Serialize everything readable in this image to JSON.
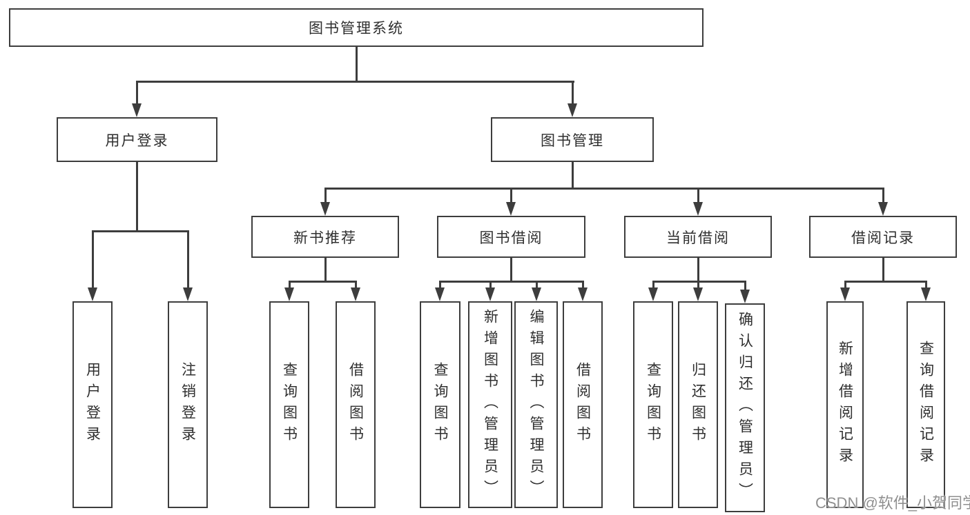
{
  "diagram": {
    "root": {
      "label": "图书管理系统"
    },
    "branches": [
      {
        "label": "用户登录",
        "children": [
          {
            "label": "用户登录"
          },
          {
            "label": "注销登录"
          }
        ]
      },
      {
        "label": "图书管理",
        "groups": [
          {
            "label": "新书推荐",
            "children": [
              {
                "label": "查询图书"
              },
              {
                "label": "借阅图书"
              }
            ]
          },
          {
            "label": "图书借阅",
            "children": [
              {
                "label": "查询图书"
              },
              {
                "label": "新增图书（管理员）"
              },
              {
                "label": "编辑图书（管理员）"
              },
              {
                "label": "借阅图书"
              }
            ]
          },
          {
            "label": "当前借阅",
            "children": [
              {
                "label": "查询图书"
              },
              {
                "label": "归还图书"
              },
              {
                "label": "确认归还（管理员）"
              }
            ]
          },
          {
            "label": "借阅记录",
            "children": [
              {
                "label": "新增借阅记录"
              },
              {
                "label": "查询借阅记录"
              }
            ]
          }
        ]
      }
    ]
  },
  "watermark": {
    "text": "CSDN @软件_小贺同学",
    "color": "#8f8f8f"
  },
  "colors": {
    "line": "#3d3d3d",
    "text": "#2f2f2f",
    "background": "#ffffff"
  }
}
